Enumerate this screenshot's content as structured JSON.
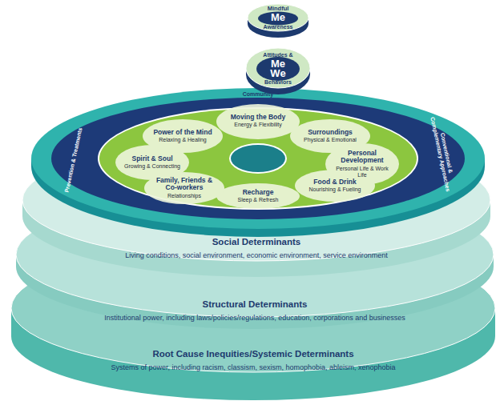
{
  "diagram": {
    "nodes": [
      {
        "text": [
          "Mindful",
          "Me",
          "Awareness"
        ]
      },
      {
        "text": [
          "Attitudes &",
          "Me We",
          "Behaviors"
        ]
      },
      {
        "text": [
          "Community",
          "Prevention & Treatments",
          "Conventional & Complementary Approaches"
        ]
      },
      {
        "text": [
          "Moving the Body",
          "Energy & Flexibility"
        ],
        "in": 2
      },
      {
        "text": [
          "Surroundings",
          "Physical & Emotional"
        ],
        "in": 2
      },
      {
        "text": [
          "Personal Development",
          "Personal Life & Work Life"
        ],
        "in": 2
      },
      {
        "text": [
          "Food & Drink",
          "Nourishing & Fueling"
        ],
        "in": 2
      },
      {
        "text": [
          "Recharge",
          "Sleep & Refresh"
        ],
        "in": 2
      },
      {
        "text": [
          "Family, Friends & Co-workers",
          "Relationships"
        ],
        "in": 2
      },
      {
        "text": [
          "Spirit & Soul",
          "Growing & Connecting"
        ],
        "in": 2
      },
      {
        "text": [
          "Power of the Mind",
          "Relaxing & Healing"
        ],
        "in": 2
      },
      {
        "text": [
          "Social Determinants",
          "Living conditions, social environment, economic environment, service environment"
        ]
      },
      {
        "text": [
          "Structural Determinants",
          "Institutional power, including laws/policies/regulations, education, corporations and businesses"
        ]
      },
      {
        "text": [
          "Root Cause Inequities/Systemic Determinants",
          "Systems of power, including racism, classism, sexism, homophobia, ableism, xenophobia"
        ]
      }
    ]
  }
}
